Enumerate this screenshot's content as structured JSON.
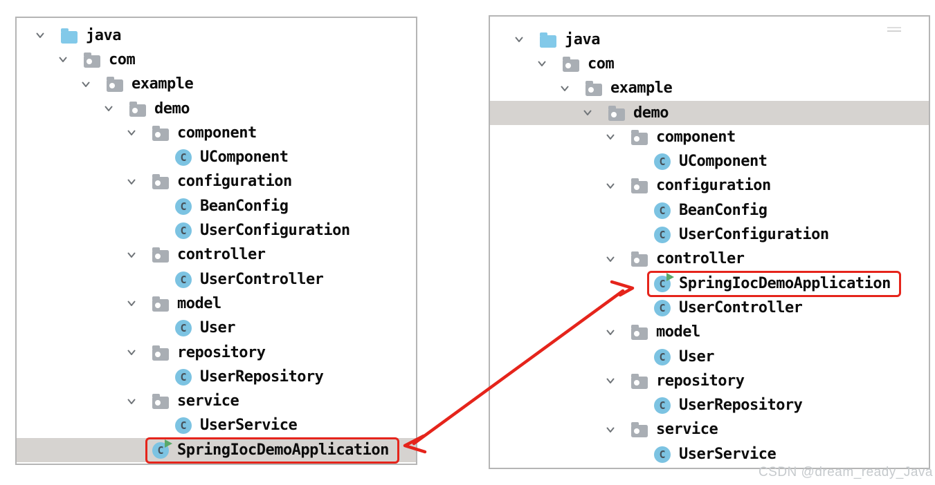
{
  "colors": {
    "accent_red": "#e5241b",
    "selection": "#d6d3d0",
    "folder_gray": "#a9aeb4",
    "folder_blue": "#82c9e9",
    "class_blue": "#7cc3e2",
    "run_green": "#59a869"
  },
  "watermark": "CSDN @dream_ready_Java",
  "icons": {
    "chevron": "chevron-down-icon",
    "source_folder": "source-folder-icon",
    "package_folder": "package-folder-icon",
    "class": "class-icon",
    "runnable_class": "runnable-class-icon",
    "run_overlay": "run-overlay-icon"
  },
  "left_tree": {
    "rows": [
      {
        "label": "java",
        "type": "folder-src",
        "level": 0
      },
      {
        "label": "com",
        "type": "package",
        "level": 1
      },
      {
        "label": "example",
        "type": "package",
        "level": 2
      },
      {
        "label": "demo",
        "type": "package",
        "level": 3
      },
      {
        "label": "component",
        "type": "package",
        "level": 4
      },
      {
        "label": "UComponent",
        "type": "class",
        "level": 5
      },
      {
        "label": "configuration",
        "type": "package",
        "level": 4
      },
      {
        "label": "BeanConfig",
        "type": "class",
        "level": 5
      },
      {
        "label": "UserConfiguration",
        "type": "class",
        "level": 5
      },
      {
        "label": "controller",
        "type": "package",
        "level": 4
      },
      {
        "label": "UserController",
        "type": "class",
        "level": 5
      },
      {
        "label": "model",
        "type": "package",
        "level": 4
      },
      {
        "label": "User",
        "type": "class",
        "level": 5
      },
      {
        "label": "repository",
        "type": "package",
        "level": 4
      },
      {
        "label": "UserRepository",
        "type": "class",
        "level": 5
      },
      {
        "label": "service",
        "type": "package",
        "level": 4
      },
      {
        "label": "UserService",
        "type": "class",
        "level": 5
      },
      {
        "label": "SpringIocDemoApplication",
        "type": "class-run",
        "level": 4,
        "selected": true,
        "boxed": true
      }
    ]
  },
  "right_tree": {
    "rows": [
      {
        "label": "java",
        "type": "folder-src",
        "level": 0
      },
      {
        "label": "com",
        "type": "package",
        "level": 1
      },
      {
        "label": "example",
        "type": "package",
        "level": 2
      },
      {
        "label": "demo",
        "type": "package",
        "level": 3,
        "selected": true
      },
      {
        "label": "component",
        "type": "package",
        "level": 4
      },
      {
        "label": "UComponent",
        "type": "class",
        "level": 5
      },
      {
        "label": "configuration",
        "type": "package",
        "level": 4
      },
      {
        "label": "BeanConfig",
        "type": "class",
        "level": 5
      },
      {
        "label": "UserConfiguration",
        "type": "class",
        "level": 5
      },
      {
        "label": "controller",
        "type": "package",
        "level": 4
      },
      {
        "label": "SpringIocDemoApplication",
        "type": "class-run",
        "level": 5,
        "boxed": true
      },
      {
        "label": "UserController",
        "type": "class",
        "level": 5
      },
      {
        "label": "model",
        "type": "package",
        "level": 4
      },
      {
        "label": "User",
        "type": "class",
        "level": 5
      },
      {
        "label": "repository",
        "type": "package",
        "level": 4
      },
      {
        "label": "UserRepository",
        "type": "class",
        "level": 5
      },
      {
        "label": "service",
        "type": "package",
        "level": 4
      },
      {
        "label": "UserService",
        "type": "class",
        "level": 5
      }
    ]
  }
}
